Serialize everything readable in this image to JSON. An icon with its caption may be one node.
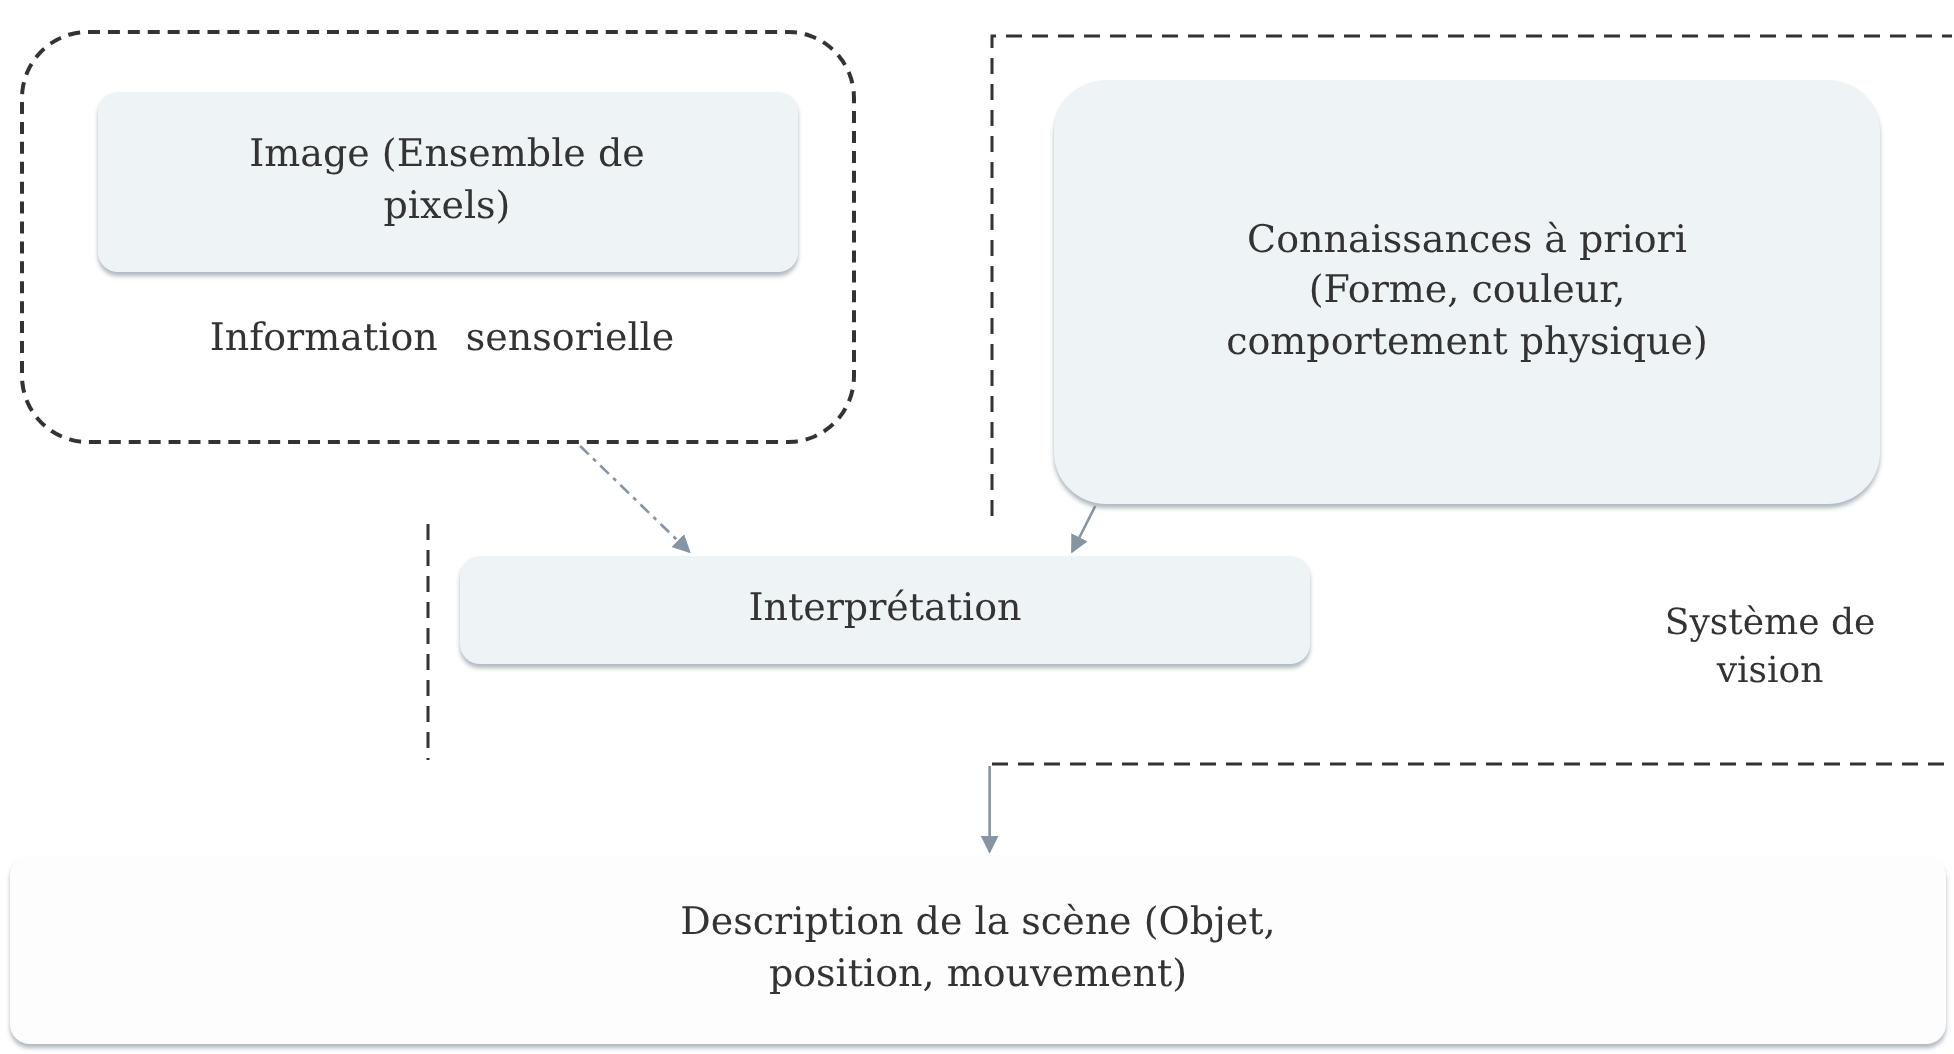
{
  "diagram": {
    "nodes": [
      {
        "text": [
          "Information sensorielle"
        ]
      },
      {
        "text": [
          "Image (Ensemble de pixels)"
        ],
        "in": 0
      },
      {
        "text": [
          "Connaissances à priori (Forme, couleur, comportement physique)"
        ]
      },
      {
        "text": [
          "Interprétation"
        ]
      },
      {
        "text": [
          "Description de la scène (Objet, position, mouvement)"
        ]
      }
    ],
    "edges": [
      {
        "from": 0,
        "to": 3,
        "arrow": "to",
        "style": "dashed"
      },
      {
        "from": 2,
        "to": 3,
        "arrow": "to"
      },
      {
        "from": null,
        "to": 4,
        "arrow": "to"
      }
    ],
    "labels": [
      "Système de vision"
    ]
  }
}
